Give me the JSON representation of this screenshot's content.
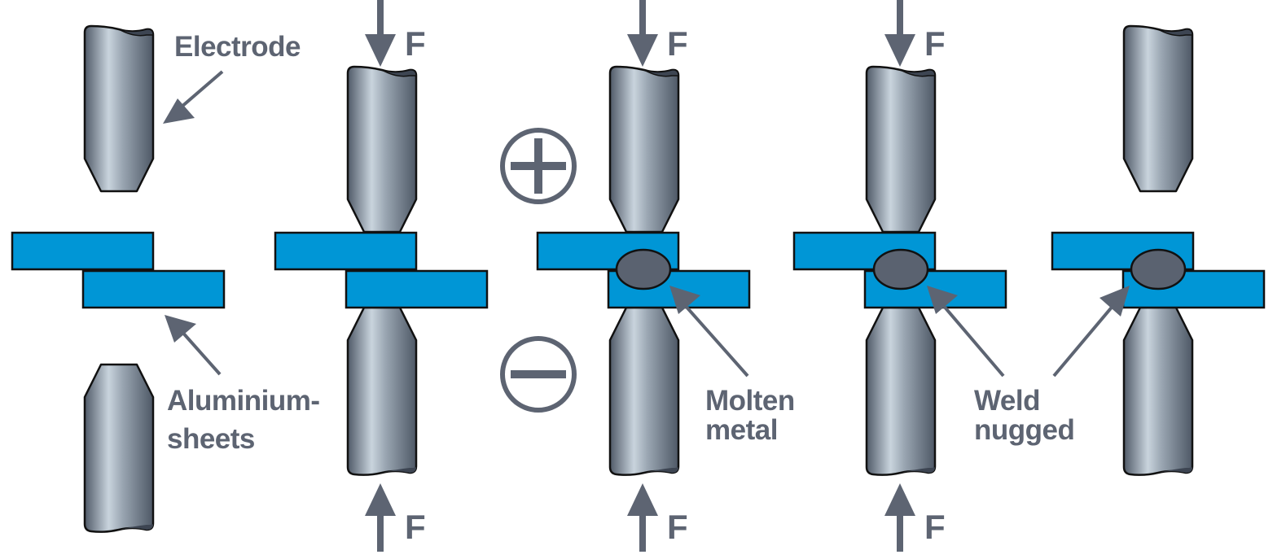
{
  "labels": {
    "electrode": "Electrode",
    "sheets_line1": "Aluminium-",
    "sheets_line2": "sheets",
    "molten_line1": "Molten",
    "molten_line2": "metal",
    "weld_line1": "Weld",
    "weld_line2": "nugged",
    "force": "F"
  },
  "polarity": {
    "positive": "plus-sign",
    "negative": "minus-sign"
  },
  "colors": {
    "sheet": "#0096d6",
    "nugget": "#5a6270",
    "arrow": "#5d6472",
    "outline": "#111111",
    "electrode_dark": "#505a68",
    "electrode_light": "#c9d4dd"
  },
  "stages": [
    {
      "step": 1,
      "electrodes": "open",
      "force": false,
      "current": false,
      "nugget": "none"
    },
    {
      "step": 2,
      "electrodes": "closed",
      "force": true,
      "current": false,
      "nugget": "none"
    },
    {
      "step": 3,
      "electrodes": "closed",
      "force": true,
      "current": true,
      "nugget": "molten"
    },
    {
      "step": 4,
      "electrodes": "closed",
      "force": true,
      "current": false,
      "nugget": "solid"
    },
    {
      "step": 5,
      "electrodes": "released",
      "force": false,
      "current": false,
      "nugget": "solid"
    }
  ]
}
